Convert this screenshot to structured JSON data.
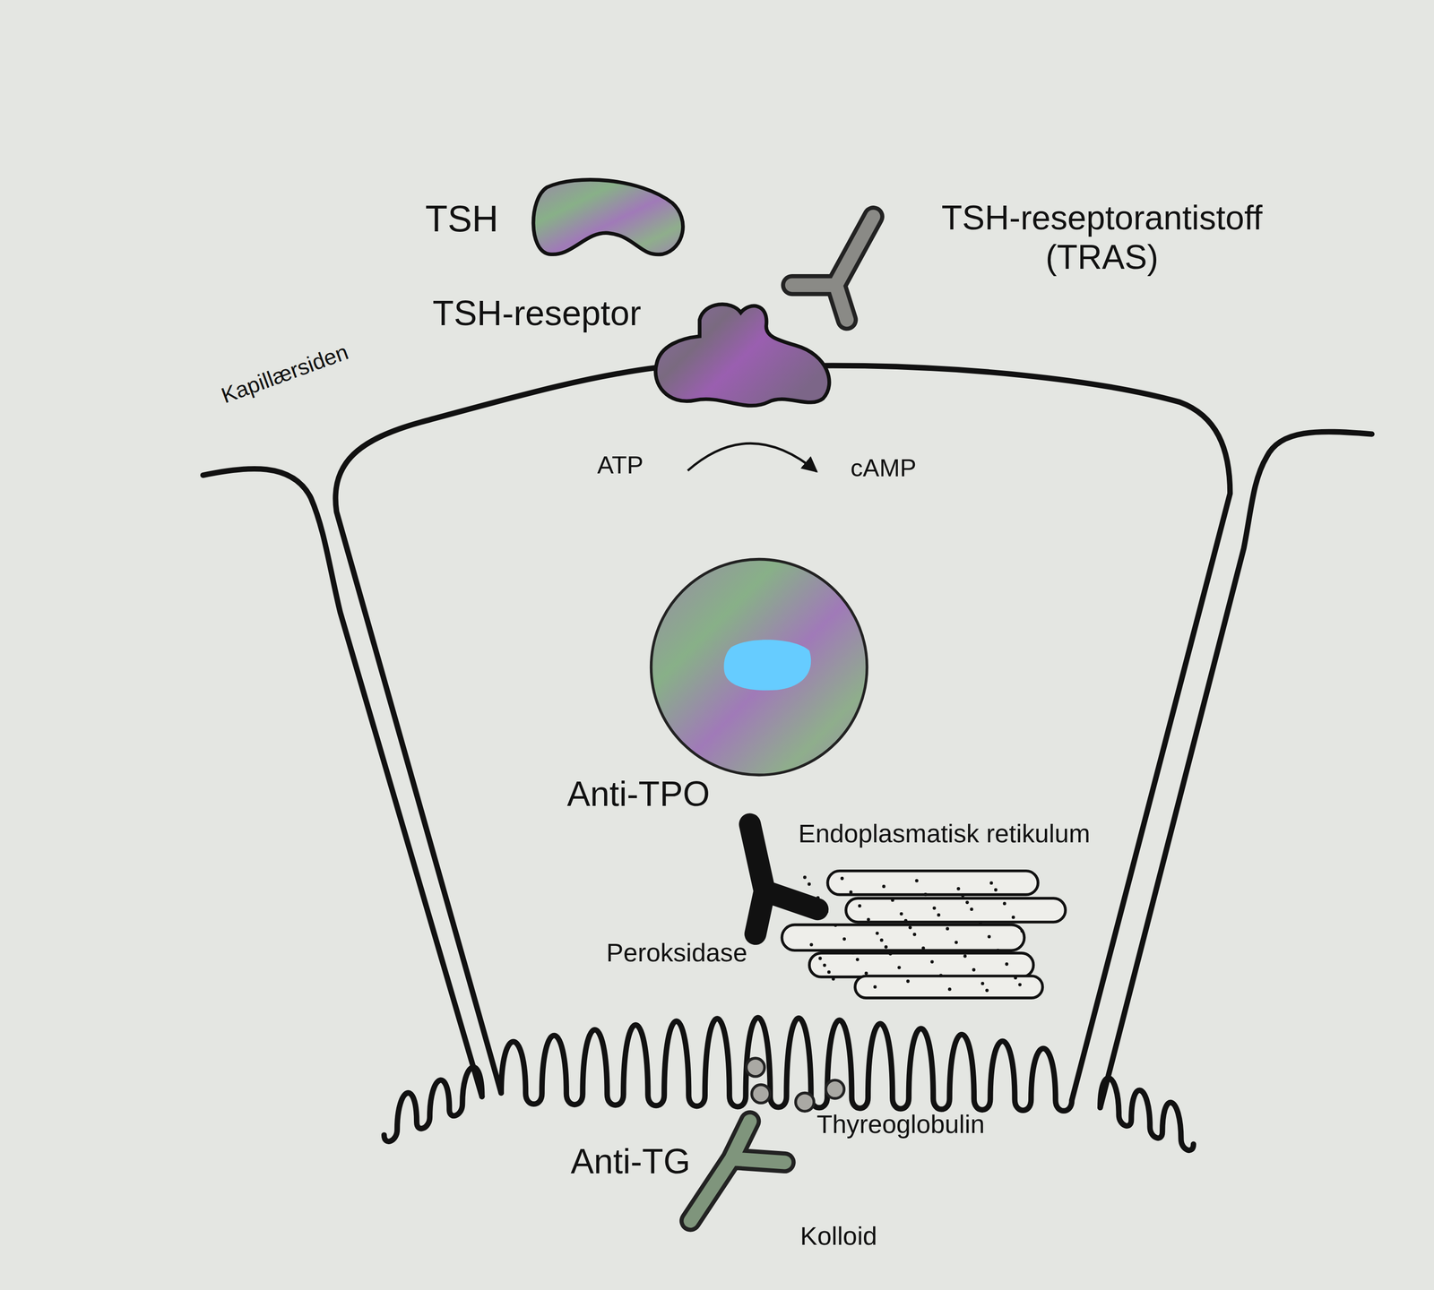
{
  "diagram": {
    "labels": [
      "TSH",
      "TSH-reseptorantistoff (TRAS)",
      "TSH-reseptor",
      "Kapillærsiden",
      "ATP",
      "cAMP",
      "Anti-TPO",
      "Endoplasmatisk retikulum",
      "Peroksidase",
      "Thyreoglobulin",
      "Anti-TG",
      "Kolloid"
    ]
  }
}
